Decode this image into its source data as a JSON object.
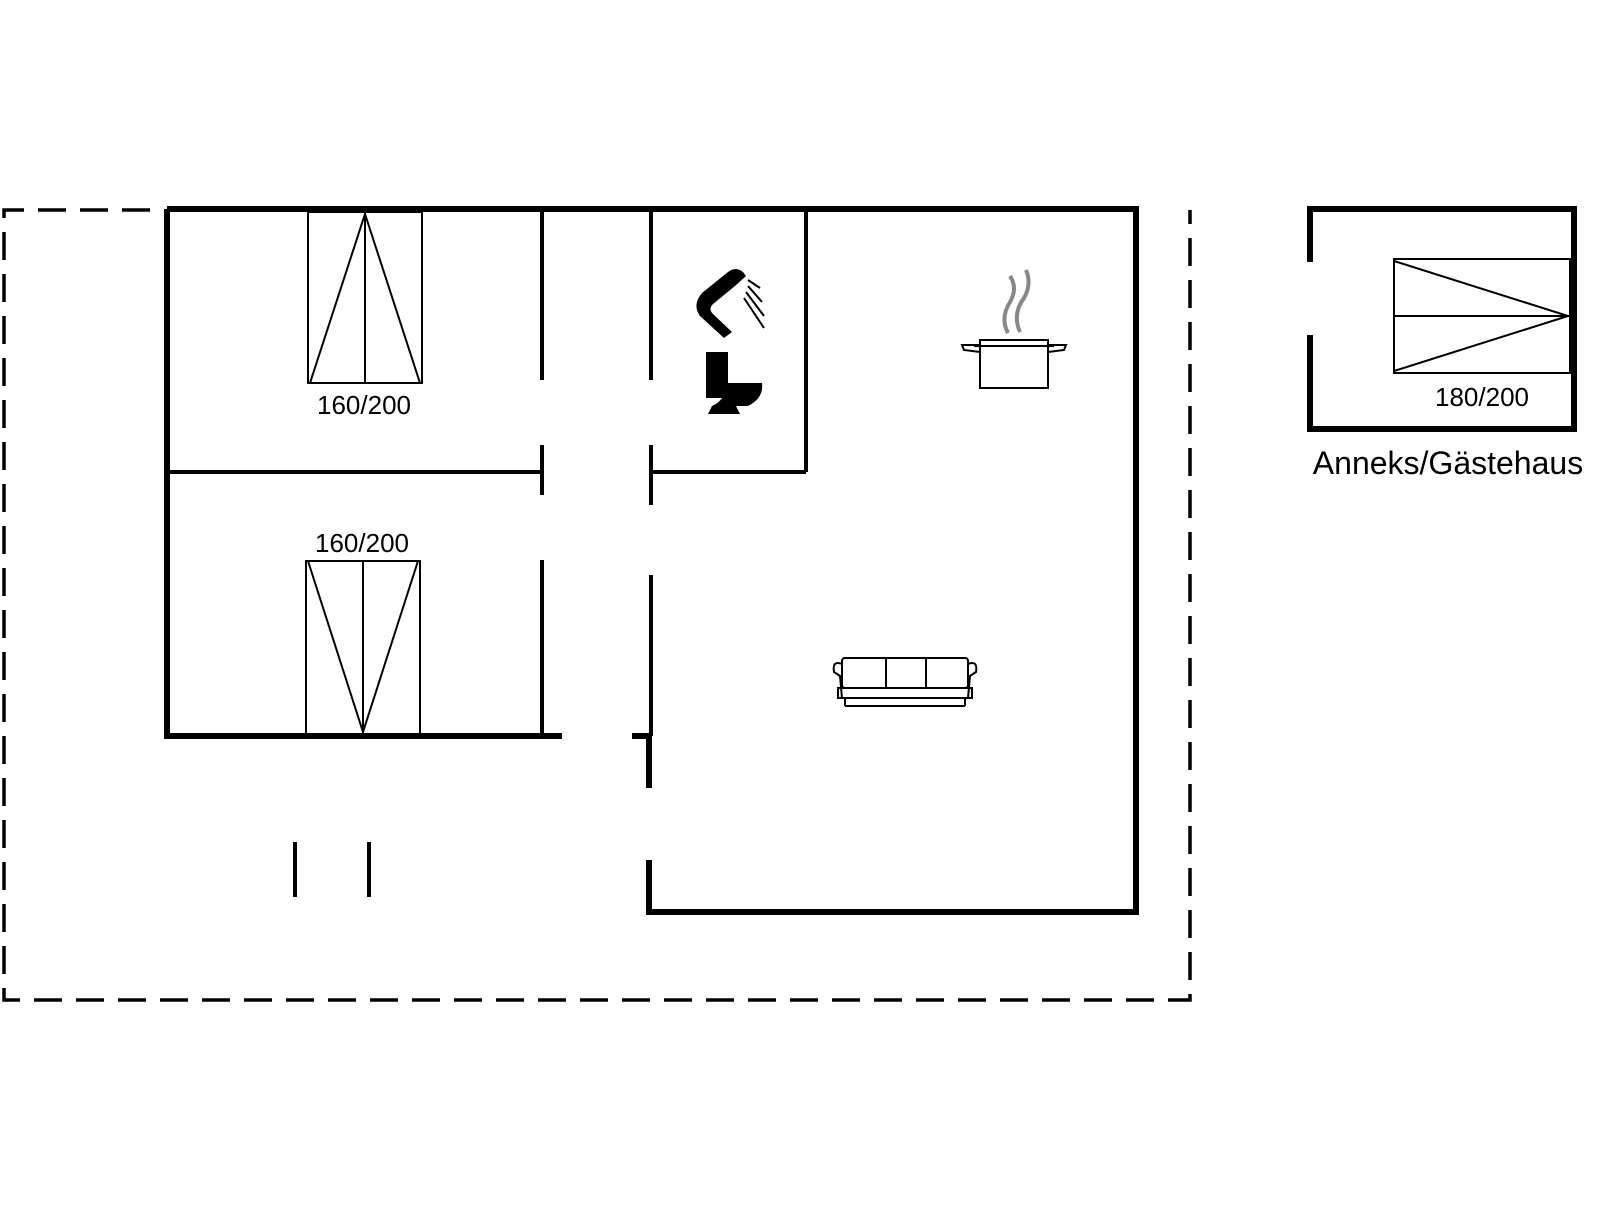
{
  "floorplan": {
    "bed_labels": {
      "bedroom_1": "160/200",
      "bedroom_2": "160/200",
      "annex": "180/200"
    },
    "annex_title": "Anneks/Gästehaus"
  },
  "icons": {
    "bathroom": [
      "shower-icon",
      "toilet-icon"
    ],
    "kitchen": [
      "cooking-pot-icon"
    ],
    "living": [
      "sofa-icon"
    ]
  }
}
